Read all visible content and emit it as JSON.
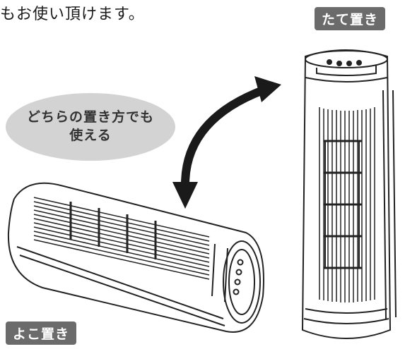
{
  "top_caption": "もお使い頂けます。",
  "labels": {
    "vertical": "たて置き",
    "horizontal": "よこ置き"
  },
  "bubble": {
    "text": "どちらの置き方でも\n使える"
  },
  "colors": {
    "tag_bg": "#6b6b6b",
    "bubble_bg": "#d3d3d3",
    "arrow": "#1a1a1a",
    "line": "#222222"
  },
  "icons": {
    "arrow": "curved-double-arrow-icon"
  }
}
